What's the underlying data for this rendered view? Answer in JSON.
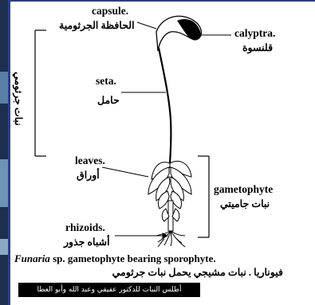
{
  "labels": {
    "capsule_en": "capsule.",
    "capsule_ar": "الحافظة الجرثومية",
    "calyptra_en": "calyptra.",
    "calyptra_ar": "قلنسوة",
    "seta_en": "seta.",
    "seta_ar": "حامل",
    "leaves_en": "leaves.",
    "leaves_ar": "أوراق",
    "gametophyte_en": "gametophyte",
    "gametophyte_ar": "نبات جاميتي",
    "rhizoids_en": "rhizoids.",
    "rhizoids_ar": "أشباه جذور",
    "sporophyte_vertical_ar": "نبات جرثومي"
  },
  "caption": {
    "genus": "Funaria",
    "rest": " sp.  gametophyte bearing sporophyte.",
    "arabic": "فيوناريا . نبات مشيجي يحمل نبات جرثومي"
  },
  "credit": "أطلس النبات للدكتور عفيفي وعبد الله وأبو العطا",
  "colors": {
    "frame": "#2b3f8c",
    "strip": "#1c2f4e",
    "ink": "#000000"
  }
}
